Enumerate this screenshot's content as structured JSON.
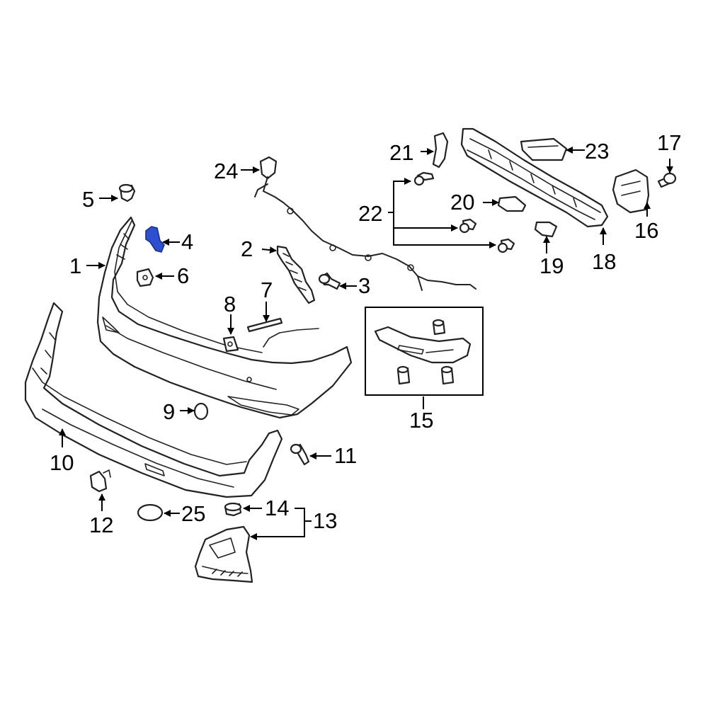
{
  "diagram": {
    "highlight_color": "#2e4fd0",
    "line_color": "#222222",
    "callouts": {
      "c1": "1",
      "c2": "2",
      "c3": "3",
      "c4": "4",
      "c5": "5",
      "c6": "6",
      "c7": "7",
      "c8": "8",
      "c9": "9",
      "c10": "10",
      "c11": "11",
      "c12": "12",
      "c13": "13",
      "c14": "14",
      "c15": "15",
      "c16": "16",
      "c17": "17",
      "c18": "18",
      "c19": "19",
      "c20": "20",
      "c21": "21",
      "c22": "22",
      "c23": "23",
      "c24": "24",
      "c25": "25"
    },
    "highlighted_part": "4"
  }
}
